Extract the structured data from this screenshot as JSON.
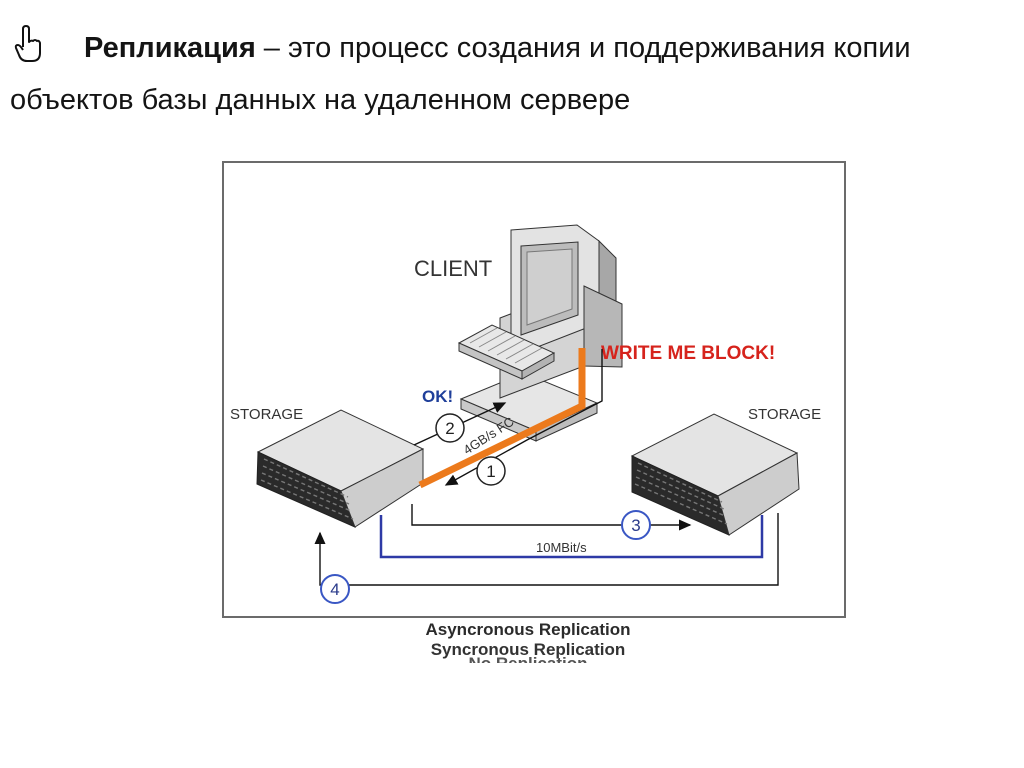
{
  "heading": {
    "term": "Репликация",
    "rest": " – это процесс создания и поддерживания копии объектов базы данных на удаленном сервере"
  },
  "diagram": {
    "client_label": "CLIENT",
    "write_label": "WRITE ME BLOCK!",
    "ok_label": "OK!",
    "storage_left_label": "STORAGE",
    "storage_right_label": "STORAGE",
    "fc_link_label": "4GB/s FC",
    "wan_link_label": "10MBit/s",
    "steps": [
      "1",
      "2",
      "3",
      "4"
    ],
    "colors": {
      "fc_link": "#ec7a1c",
      "wan_link": "#2e3aa6",
      "write_text": "#d6231c",
      "ok_text": "#1f3f9a",
      "step3_circle": "#3a57c4",
      "step4_circle": "#3a57c4"
    }
  },
  "legend": {
    "items": [
      "Asyncronous Replication",
      "Syncronous Replication",
      "No Replication"
    ]
  }
}
